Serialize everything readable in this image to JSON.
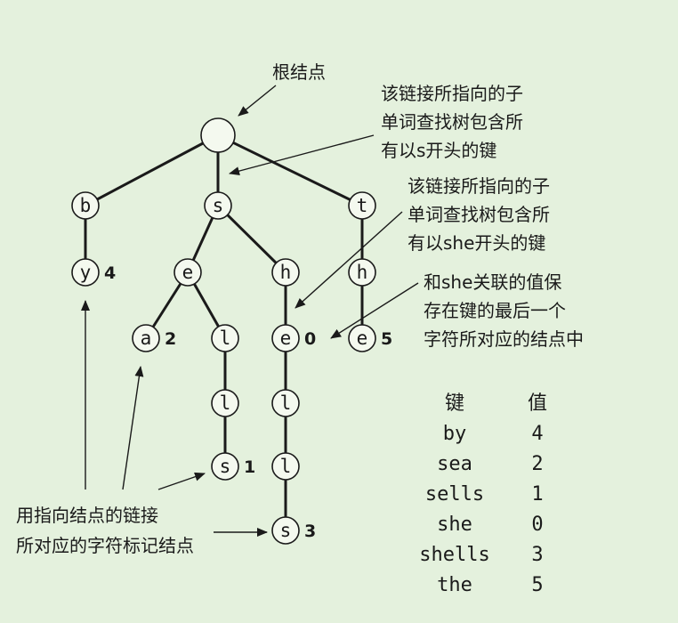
{
  "annotations": {
    "root": "根结点",
    "s_link": [
      "该链接所指向的子",
      "单词查找树包含所",
      "有以s开头的键"
    ],
    "she_link": [
      "该链接所指向的子",
      "单词查找树包含所",
      "有以she开头的键"
    ],
    "value": [
      "和she关联的值保",
      "存在键的最后一个",
      "字符所对应的结点中"
    ],
    "bottom": [
      "用指向结点的链接",
      "所对应的字符标记结点"
    ]
  },
  "nodes": {
    "root": {
      "char": "",
      "value": ""
    },
    "b": {
      "char": "b",
      "value": ""
    },
    "s": {
      "char": "s",
      "value": ""
    },
    "t": {
      "char": "t",
      "value": ""
    },
    "y": {
      "char": "y",
      "value": "4"
    },
    "e1": {
      "char": "e",
      "value": ""
    },
    "h1": {
      "char": "h",
      "value": ""
    },
    "h2": {
      "char": "h",
      "value": ""
    },
    "a": {
      "char": "a",
      "value": "2"
    },
    "l1": {
      "char": "l",
      "value": ""
    },
    "e2": {
      "char": "e",
      "value": "0"
    },
    "e3": {
      "char": "e",
      "value": "5"
    },
    "l2": {
      "char": "l",
      "value": ""
    },
    "l3": {
      "char": "l",
      "value": ""
    },
    "s2": {
      "char": "s",
      "value": "1"
    },
    "l4": {
      "char": "l",
      "value": ""
    },
    "s3": {
      "char": "s",
      "value": "3"
    }
  },
  "table": {
    "header_key": "键",
    "header_value": "值",
    "rows": [
      {
        "key": "by",
        "value": "4"
      },
      {
        "key": "sea",
        "value": "2"
      },
      {
        "key": "sells",
        "value": "1"
      },
      {
        "key": "she",
        "value": "0"
      },
      {
        "key": "shells",
        "value": "3"
      },
      {
        "key": "the",
        "value": "5"
      }
    ]
  }
}
